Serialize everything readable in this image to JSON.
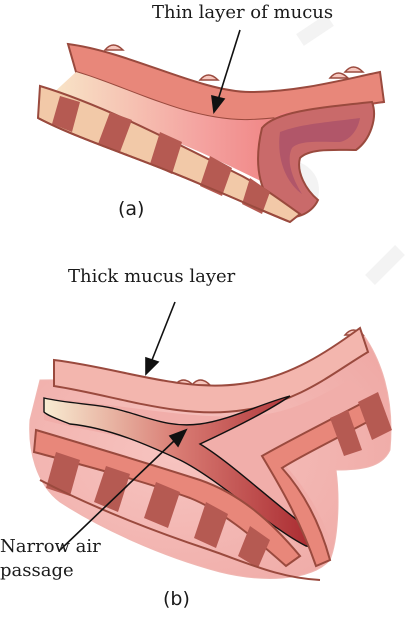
{
  "labels": {
    "thin_mucus": "Thin layer of mucus",
    "panel_a": "(a)",
    "thick_mucus": "Thick mucus layer",
    "narrow_air_line1": "Narrow air",
    "narrow_air_line2": "passage",
    "panel_b": "(b)"
  },
  "colors": {
    "tissue_pink": "#f4b9b5",
    "wall_outline": "#9a4a3e",
    "wall_fill": "#e8877a",
    "muscle_band": "#b55a52",
    "lumen_light": "#f8e4c4",
    "lumen_red": "#e85055",
    "narrow_passage": "#a8282e",
    "watermark": "#f2f2f2"
  }
}
